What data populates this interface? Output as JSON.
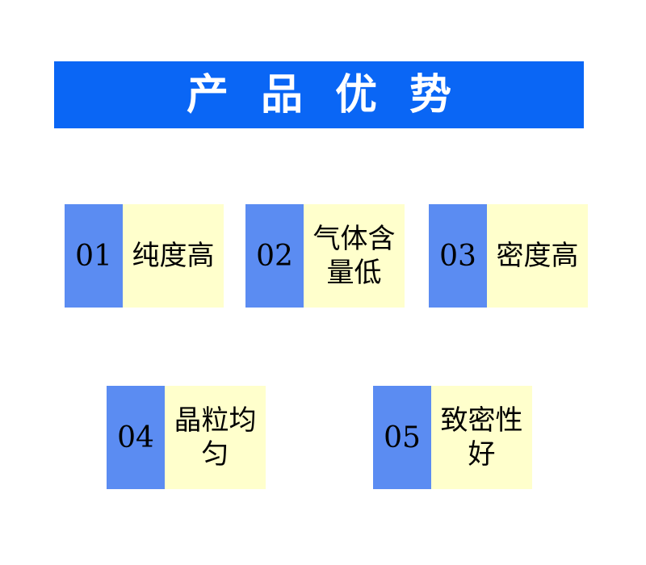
{
  "title": "产品优势",
  "colors": {
    "banner": "#0a66f5",
    "number_panel": "#5b8cf2",
    "label_panel": "#ffffcc"
  },
  "cards": [
    {
      "number": "01",
      "label": "纯度高"
    },
    {
      "number": "02",
      "label": "气体含\n量低"
    },
    {
      "number": "03",
      "label": "密度高"
    },
    {
      "number": "04",
      "label": "晶粒均匀"
    },
    {
      "number": "05",
      "label": "致密性好"
    }
  ]
}
